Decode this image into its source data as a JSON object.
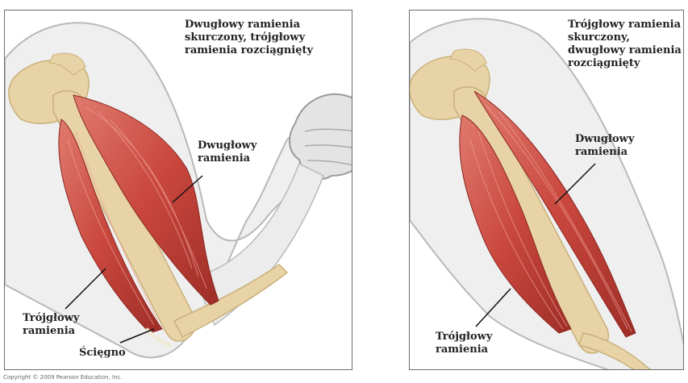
{
  "panels": {
    "left": {
      "title": "Dwugłowy ramienia\nskurczony, trójgłowy\nramienia rozciągnięty",
      "labels": {
        "biceps": "Dwugłowy\nramienia",
        "triceps": "Trójgłowy\nramienia",
        "tendon": "Ścięgno"
      }
    },
    "right": {
      "title": "Trójgłowy ramienia\nskurczony,\ndwugłowy ramienia\nrozciągnięty",
      "labels": {
        "biceps": "Dwugłowy\nramienia",
        "triceps": "Trójgłowy\nramienia"
      }
    }
  },
  "copyright": "Copyright © 2009 Pearson Education, Inc.",
  "colors": {
    "muscle": "#c9473d",
    "muscle_dark": "#9e2e27",
    "muscle_light": "#e07a6e",
    "bone": "#e8d3a6",
    "bone_dark": "#c9b07a",
    "skin": "#efefef",
    "skin_edge": "#b9b9b9"
  }
}
